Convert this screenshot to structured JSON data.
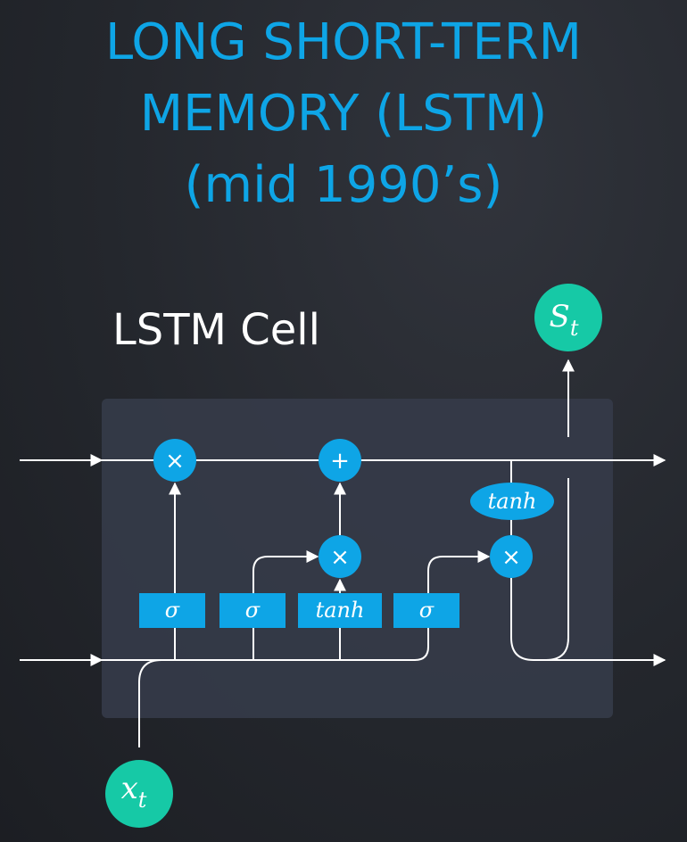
{
  "title": {
    "line1": "LONG SHORT-TERM",
    "line2": "MEMORY (LSTM)",
    "line3": "(mid 1990’s)"
  },
  "cell_label": "LSTM Cell",
  "diagram": {
    "output_state_label": "S",
    "output_state_subscript": "t",
    "input_label": "x",
    "input_subscript": "t",
    "gates": {
      "sigma_1": "σ",
      "sigma_2": "σ",
      "tanh_gate": "tanh",
      "sigma_3": "σ"
    },
    "tanh_ellipse": "tanh",
    "ops": {
      "multiply_forget": "×",
      "add_cell": "+",
      "multiply_input": "×",
      "multiply_output": "×"
    },
    "colors": {
      "accent": "#0ea5e6",
      "state": "#16c9a6",
      "cell_box": "#353b49",
      "line": "#ffffff"
    }
  }
}
